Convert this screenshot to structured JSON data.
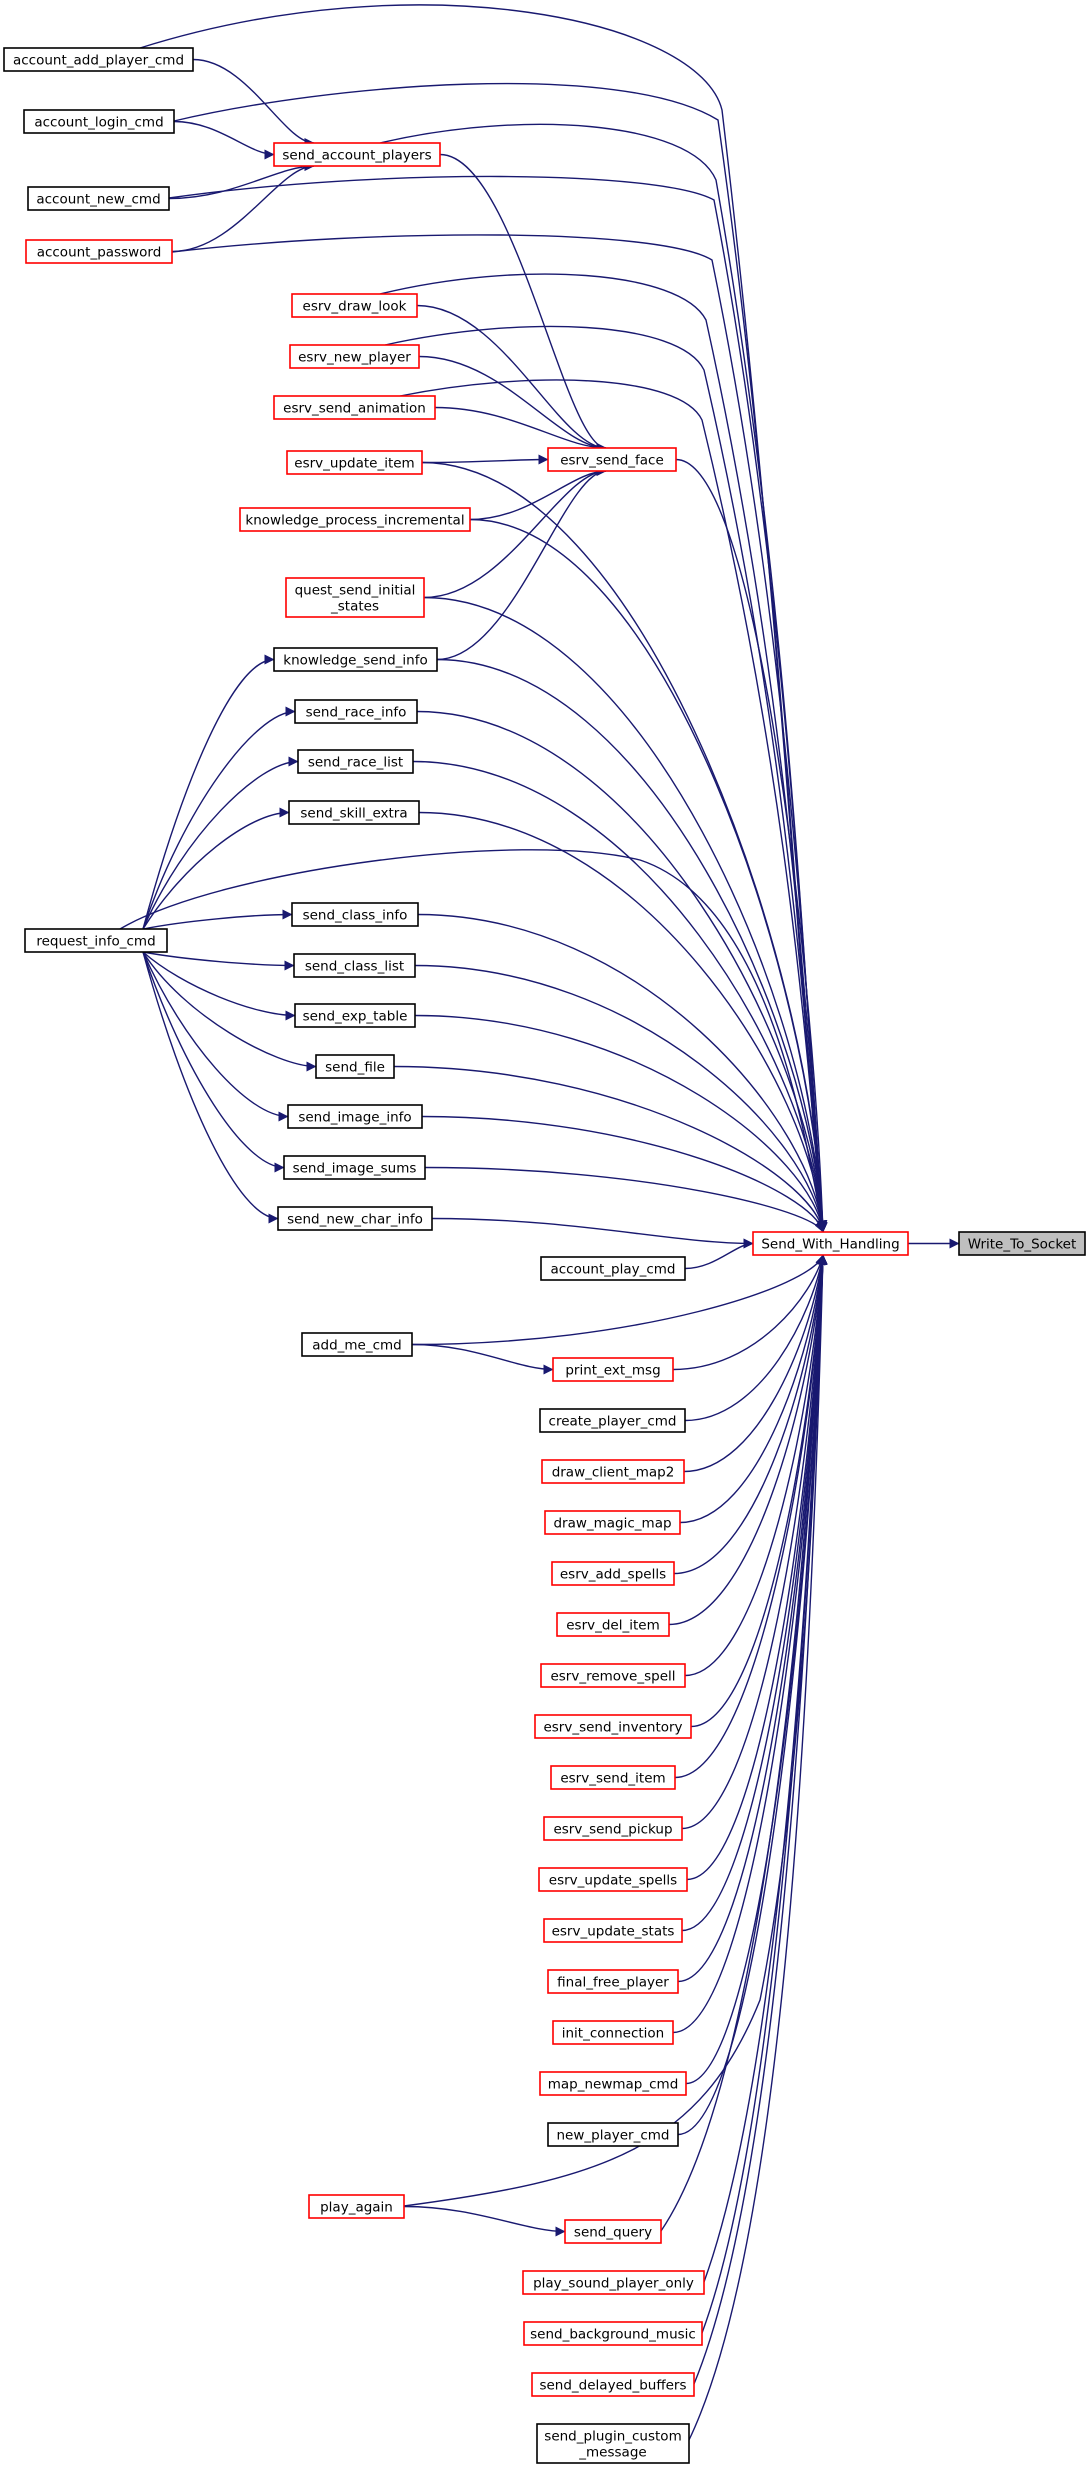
{
  "colors": {
    "edge": "#191970",
    "border_documented": "#000000",
    "border_truncated": "#ff0000",
    "focus_fill": "#bfbfbf"
  },
  "focus": "Write_To_Socket",
  "hub": "Send_With_Handling",
  "nodes": [
    {
      "id": "account_add_player_cmd",
      "lines": [
        "account_add_player_cmd"
      ],
      "border": "black"
    },
    {
      "id": "account_login_cmd",
      "lines": [
        "account_login_cmd"
      ],
      "border": "black"
    },
    {
      "id": "account_new_cmd",
      "lines": [
        "account_new_cmd"
      ],
      "border": "black"
    },
    {
      "id": "account_password",
      "lines": [
        "account_password"
      ],
      "border": "red"
    },
    {
      "id": "send_account_players",
      "lines": [
        "send_account_players"
      ],
      "border": "red"
    },
    {
      "id": "esrv_draw_look",
      "lines": [
        "esrv_draw_look"
      ],
      "border": "red"
    },
    {
      "id": "esrv_new_player",
      "lines": [
        "esrv_new_player"
      ],
      "border": "red"
    },
    {
      "id": "esrv_send_animation",
      "lines": [
        "esrv_send_animation"
      ],
      "border": "red"
    },
    {
      "id": "esrv_update_item",
      "lines": [
        "esrv_update_item"
      ],
      "border": "red"
    },
    {
      "id": "knowledge_process_incremental",
      "lines": [
        "knowledge_process_incremental"
      ],
      "border": "red"
    },
    {
      "id": "quest_send_initial_states",
      "lines": [
        "quest_send_initial",
        "_states"
      ],
      "border": "red"
    },
    {
      "id": "esrv_send_face",
      "lines": [
        "esrv_send_face"
      ],
      "border": "red"
    },
    {
      "id": "knowledge_send_info",
      "lines": [
        "knowledge_send_info"
      ],
      "border": "black"
    },
    {
      "id": "send_race_info",
      "lines": [
        "send_race_info"
      ],
      "border": "black"
    },
    {
      "id": "send_race_list",
      "lines": [
        "send_race_list"
      ],
      "border": "black"
    },
    {
      "id": "send_skill_extra",
      "lines": [
        "send_skill_extra"
      ],
      "border": "black"
    },
    {
      "id": "request_info_cmd",
      "lines": [
        "request_info_cmd"
      ],
      "border": "black"
    },
    {
      "id": "send_class_info",
      "lines": [
        "send_class_info"
      ],
      "border": "black"
    },
    {
      "id": "send_class_list",
      "lines": [
        "send_class_list"
      ],
      "border": "black"
    },
    {
      "id": "send_exp_table",
      "lines": [
        "send_exp_table"
      ],
      "border": "black"
    },
    {
      "id": "send_file",
      "lines": [
        "send_file"
      ],
      "border": "black"
    },
    {
      "id": "send_image_info",
      "lines": [
        "send_image_info"
      ],
      "border": "black"
    },
    {
      "id": "send_image_sums",
      "lines": [
        "send_image_sums"
      ],
      "border": "black"
    },
    {
      "id": "send_new_char_info",
      "lines": [
        "send_new_char_info"
      ],
      "border": "black"
    },
    {
      "id": "Send_With_Handling",
      "lines": [
        "Send_With_Handling"
      ],
      "border": "red"
    },
    {
      "id": "Write_To_Socket",
      "lines": [
        "Write_To_Socket"
      ],
      "border": "black",
      "focus": true
    },
    {
      "id": "account_play_cmd",
      "lines": [
        "account_play_cmd"
      ],
      "border": "black"
    },
    {
      "id": "add_me_cmd",
      "lines": [
        "add_me_cmd"
      ],
      "border": "black"
    },
    {
      "id": "print_ext_msg",
      "lines": [
        "print_ext_msg"
      ],
      "border": "red"
    },
    {
      "id": "create_player_cmd",
      "lines": [
        "create_player_cmd"
      ],
      "border": "black"
    },
    {
      "id": "draw_client_map2",
      "lines": [
        "draw_client_map2"
      ],
      "border": "red"
    },
    {
      "id": "draw_magic_map",
      "lines": [
        "draw_magic_map"
      ],
      "border": "red"
    },
    {
      "id": "esrv_add_spells",
      "lines": [
        "esrv_add_spells"
      ],
      "border": "red"
    },
    {
      "id": "esrv_del_item",
      "lines": [
        "esrv_del_item"
      ],
      "border": "red"
    },
    {
      "id": "esrv_remove_spell",
      "lines": [
        "esrv_remove_spell"
      ],
      "border": "red"
    },
    {
      "id": "esrv_send_inventory",
      "lines": [
        "esrv_send_inventory"
      ],
      "border": "red"
    },
    {
      "id": "esrv_send_item",
      "lines": [
        "esrv_send_item"
      ],
      "border": "red"
    },
    {
      "id": "esrv_send_pickup",
      "lines": [
        "esrv_send_pickup"
      ],
      "border": "red"
    },
    {
      "id": "esrv_update_spells",
      "lines": [
        "esrv_update_spells"
      ],
      "border": "red"
    },
    {
      "id": "esrv_update_stats",
      "lines": [
        "esrv_update_stats"
      ],
      "border": "red"
    },
    {
      "id": "final_free_player",
      "lines": [
        "final_free_player"
      ],
      "border": "red"
    },
    {
      "id": "init_connection",
      "lines": [
        "init_connection"
      ],
      "border": "red"
    },
    {
      "id": "map_newmap_cmd",
      "lines": [
        "map_newmap_cmd"
      ],
      "border": "red"
    },
    {
      "id": "new_player_cmd",
      "lines": [
        "new_player_cmd"
      ],
      "border": "black"
    },
    {
      "id": "play_again",
      "lines": [
        "play_again"
      ],
      "border": "red"
    },
    {
      "id": "send_query",
      "lines": [
        "send_query"
      ],
      "border": "red"
    },
    {
      "id": "play_sound_player_only",
      "lines": [
        "play_sound_player_only"
      ],
      "border": "red"
    },
    {
      "id": "send_background_music",
      "lines": [
        "send_background_music"
      ],
      "border": "red"
    },
    {
      "id": "send_delayed_buffers",
      "lines": [
        "send_delayed_buffers"
      ],
      "border": "red"
    },
    {
      "id": "send_plugin_custom_message",
      "lines": [
        "send_plugin_custom",
        "_message"
      ],
      "border": "black"
    }
  ],
  "edges": [
    {
      "from": "Send_With_Handling",
      "to": "Write_To_Socket"
    },
    {
      "from": "account_add_player_cmd",
      "to": "Send_With_Handling"
    },
    {
      "from": "account_add_player_cmd",
      "to": "send_account_players"
    },
    {
      "from": "account_login_cmd",
      "to": "Send_With_Handling"
    },
    {
      "from": "account_login_cmd",
      "to": "send_account_players"
    },
    {
      "from": "account_new_cmd",
      "to": "Send_With_Handling"
    },
    {
      "from": "account_new_cmd",
      "to": "send_account_players"
    },
    {
      "from": "account_password",
      "to": "Send_With_Handling"
    },
    {
      "from": "account_password",
      "to": "send_account_players"
    },
    {
      "from": "send_account_players",
      "to": "Send_With_Handling"
    },
    {
      "from": "send_account_players",
      "to": "esrv_send_face"
    },
    {
      "from": "esrv_draw_look",
      "to": "Send_With_Handling"
    },
    {
      "from": "esrv_draw_look",
      "to": "esrv_send_face"
    },
    {
      "from": "esrv_new_player",
      "to": "Send_With_Handling"
    },
    {
      "from": "esrv_new_player",
      "to": "esrv_send_face"
    },
    {
      "from": "esrv_send_animation",
      "to": "Send_With_Handling"
    },
    {
      "from": "esrv_send_animation",
      "to": "esrv_send_face"
    },
    {
      "from": "esrv_update_item",
      "to": "Send_With_Handling"
    },
    {
      "from": "esrv_update_item",
      "to": "esrv_send_face"
    },
    {
      "from": "knowledge_process_incremental",
      "to": "Send_With_Handling"
    },
    {
      "from": "knowledge_process_incremental",
      "to": "esrv_send_face"
    },
    {
      "from": "quest_send_initial_states",
      "to": "Send_With_Handling"
    },
    {
      "from": "quest_send_initial_states",
      "to": "esrv_send_face"
    },
    {
      "from": "knowledge_send_info",
      "to": "esrv_send_face"
    },
    {
      "from": "knowledge_send_info",
      "to": "Send_With_Handling"
    },
    {
      "from": "esrv_send_face",
      "to": "Send_With_Handling"
    },
    {
      "from": "request_info_cmd",
      "to": "knowledge_send_info"
    },
    {
      "from": "request_info_cmd",
      "to": "send_race_info"
    },
    {
      "from": "request_info_cmd",
      "to": "send_race_list"
    },
    {
      "from": "request_info_cmd",
      "to": "send_skill_extra"
    },
    {
      "from": "request_info_cmd",
      "to": "Send_With_Handling"
    },
    {
      "from": "request_info_cmd",
      "to": "send_class_info"
    },
    {
      "from": "request_info_cmd",
      "to": "send_class_list"
    },
    {
      "from": "request_info_cmd",
      "to": "send_exp_table"
    },
    {
      "from": "request_info_cmd",
      "to": "send_file"
    },
    {
      "from": "request_info_cmd",
      "to": "send_image_info"
    },
    {
      "from": "request_info_cmd",
      "to": "send_image_sums"
    },
    {
      "from": "request_info_cmd",
      "to": "send_new_char_info"
    },
    {
      "from": "send_race_info",
      "to": "Send_With_Handling"
    },
    {
      "from": "send_race_list",
      "to": "Send_With_Handling"
    },
    {
      "from": "send_skill_extra",
      "to": "Send_With_Handling"
    },
    {
      "from": "send_class_info",
      "to": "Send_With_Handling"
    },
    {
      "from": "send_class_list",
      "to": "Send_With_Handling"
    },
    {
      "from": "send_exp_table",
      "to": "Send_With_Handling"
    },
    {
      "from": "send_file",
      "to": "Send_With_Handling"
    },
    {
      "from": "send_image_info",
      "to": "Send_With_Handling"
    },
    {
      "from": "send_image_sums",
      "to": "Send_With_Handling"
    },
    {
      "from": "send_new_char_info",
      "to": "Send_With_Handling"
    },
    {
      "from": "account_play_cmd",
      "to": "Send_With_Handling"
    },
    {
      "from": "add_me_cmd",
      "to": "Send_With_Handling"
    },
    {
      "from": "add_me_cmd",
      "to": "print_ext_msg"
    },
    {
      "from": "print_ext_msg",
      "to": "Send_With_Handling"
    },
    {
      "from": "create_player_cmd",
      "to": "Send_With_Handling"
    },
    {
      "from": "draw_client_map2",
      "to": "Send_With_Handling"
    },
    {
      "from": "draw_magic_map",
      "to": "Send_With_Handling"
    },
    {
      "from": "esrv_add_spells",
      "to": "Send_With_Handling"
    },
    {
      "from": "esrv_del_item",
      "to": "Send_With_Handling"
    },
    {
      "from": "esrv_remove_spell",
      "to": "Send_With_Handling"
    },
    {
      "from": "esrv_send_inventory",
      "to": "Send_With_Handling"
    },
    {
      "from": "esrv_send_item",
      "to": "Send_With_Handling"
    },
    {
      "from": "esrv_send_pickup",
      "to": "Send_With_Handling"
    },
    {
      "from": "esrv_update_spells",
      "to": "Send_With_Handling"
    },
    {
      "from": "esrv_update_stats",
      "to": "Send_With_Handling"
    },
    {
      "from": "final_free_player",
      "to": "Send_With_Handling"
    },
    {
      "from": "init_connection",
      "to": "Send_With_Handling"
    },
    {
      "from": "map_newmap_cmd",
      "to": "Send_With_Handling"
    },
    {
      "from": "new_player_cmd",
      "to": "Send_With_Handling"
    },
    {
      "from": "play_again",
      "to": "Send_With_Handling"
    },
    {
      "from": "play_again",
      "to": "send_query"
    },
    {
      "from": "send_query",
      "to": "Send_With_Handling"
    },
    {
      "from": "play_sound_player_only",
      "to": "Send_With_Handling"
    },
    {
      "from": "send_background_music",
      "to": "Send_With_Handling"
    },
    {
      "from": "send_delayed_buffers",
      "to": "Send_With_Handling"
    },
    {
      "from": "send_plugin_custom_message",
      "to": "Send_With_Handling"
    }
  ]
}
